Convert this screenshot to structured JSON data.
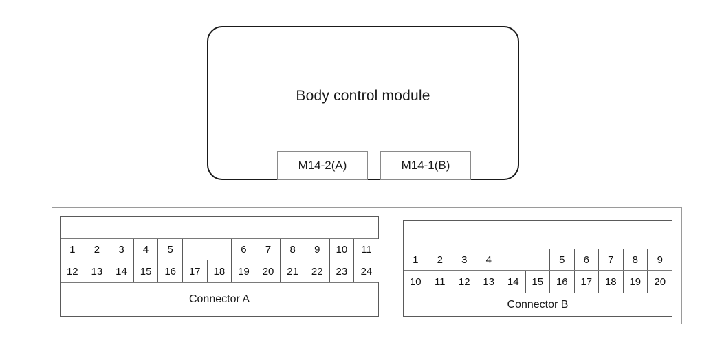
{
  "module": {
    "title": "Body control module",
    "tabs": [
      {
        "label": "M14-2(A)",
        "name": "module-tab-a"
      },
      {
        "label": "M14-1(B)",
        "name": "module-tab-b"
      }
    ]
  },
  "connectors": [
    {
      "id": "connector-a",
      "label": "Connector A",
      "cell_width": 35.6,
      "rows": {
        "top": [
          "1",
          "2",
          "3",
          "4",
          "5",
          "",
          "",
          "6",
          "7",
          "8",
          "9",
          "10",
          "11"
        ],
        "bottom": [
          "12",
          "13",
          "14",
          "15",
          "16",
          "17",
          "18",
          "19",
          "20",
          "21",
          "22",
          "23",
          "24"
        ]
      },
      "gap_indices_top": [
        5,
        6
      ],
      "pin_count": 24
    },
    {
      "id": "connector-b",
      "label": "Connector B",
      "cell_width": 35.5,
      "rows": {
        "top": [
          "1",
          "2",
          "3",
          "4",
          "",
          "",
          "5",
          "6",
          "7",
          "8",
          "9"
        ],
        "bottom": [
          "10",
          "11",
          "12",
          "13",
          "14",
          "15",
          "16",
          "17",
          "18",
          "19",
          "20"
        ]
      },
      "gap_indices_top": [
        4,
        5
      ],
      "pin_count": 20
    }
  ],
  "colors": {
    "module_border": "#1a1a1a",
    "frame_border": "#9a9a9a",
    "table_border": "#5a5a5a",
    "cell_border": "#7a7a7a",
    "text": "#111111",
    "background": "#ffffff"
  }
}
